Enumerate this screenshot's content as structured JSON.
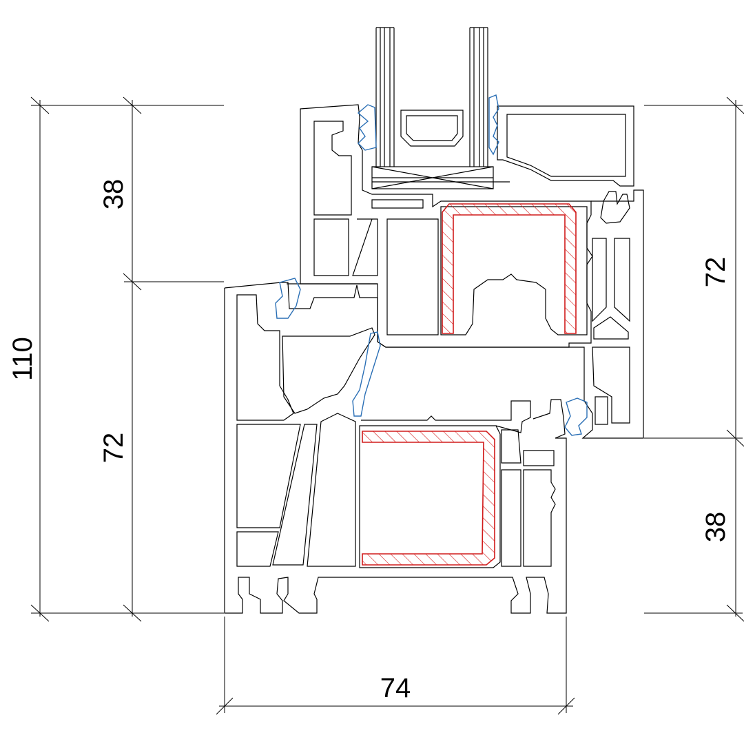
{
  "dimensions": {
    "total_height": "110",
    "frame_height_left": "72",
    "sash_height_left": "38",
    "frame_height_right": "38",
    "sash_height_right": "72",
    "frame_width": "74"
  },
  "colors": {
    "profile_stroke": "#000000",
    "gasket": "#2a6fb5",
    "steel_reinforcement": "#d11a1a",
    "background": "#ffffff"
  }
}
